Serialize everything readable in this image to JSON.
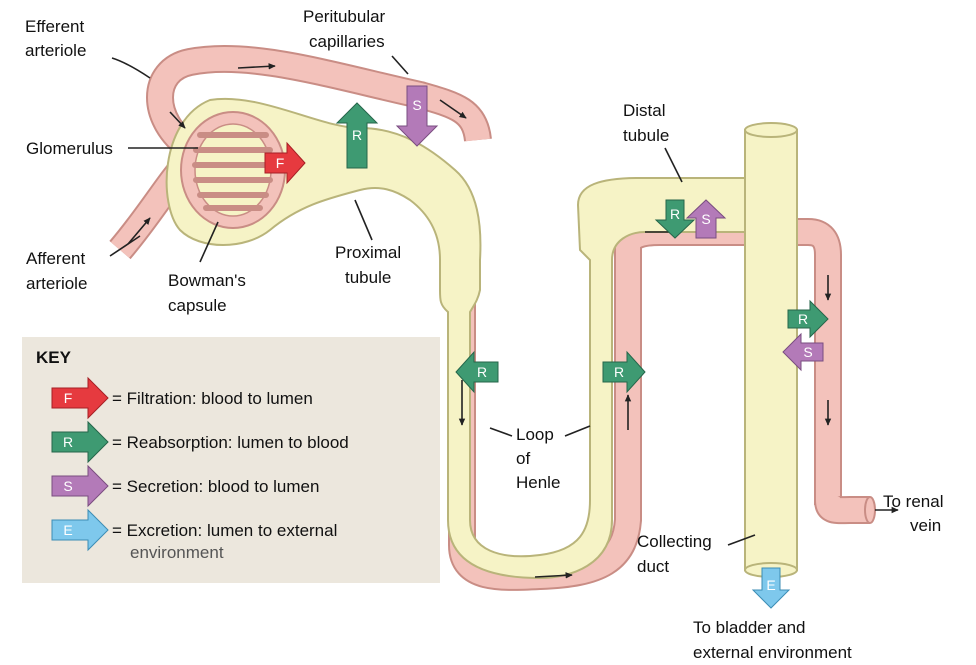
{
  "labels": {
    "efferent_arteriole": [
      "Efferent",
      "arteriole"
    ],
    "peritubular_capillaries": [
      "Peritubular",
      "capillaries"
    ],
    "glomerulus": "Glomerulus",
    "afferent_arteriole": [
      "Afferent",
      "arteriole"
    ],
    "bowmans_capsule": [
      "Bowman's",
      "capsule"
    ],
    "proximal_tubule": [
      "Proximal",
      "tubule"
    ],
    "distal_tubule": [
      "Distal",
      "tubule"
    ],
    "loop_of_henle": [
      "Loop",
      "of",
      "Henle"
    ],
    "collecting_duct": [
      "Collecting",
      "duct"
    ],
    "to_renal_vein": [
      "To renal",
      "vein"
    ],
    "to_bladder": [
      "To bladder and",
      "external environment"
    ]
  },
  "arrow_letters": {
    "filtration": "F",
    "reabsorption": "R",
    "secretion": "S",
    "excretion": "E"
  },
  "key": {
    "title": "KEY",
    "items": [
      {
        "letter": "F",
        "text": "= Filtration: blood to lumen",
        "color": "#e63a3f"
      },
      {
        "letter": "R",
        "text": "= Reabsorption: lumen to blood",
        "color": "#3e9a72"
      },
      {
        "letter": "S",
        "text": "= Secretion: blood to lumen",
        "color": "#b37ab8"
      },
      {
        "letter": "E",
        "text": "= Excretion: lumen to external",
        "text2": "environment",
        "color": "#7ec8ec"
      }
    ]
  },
  "colors": {
    "tubule_fill": "#f6f3c6",
    "tubule_stroke": "#b9b47a",
    "vessel_fill": "#f3c2bb",
    "vessel_stroke": "#c98d85",
    "key_bg": "#ece7dd"
  }
}
